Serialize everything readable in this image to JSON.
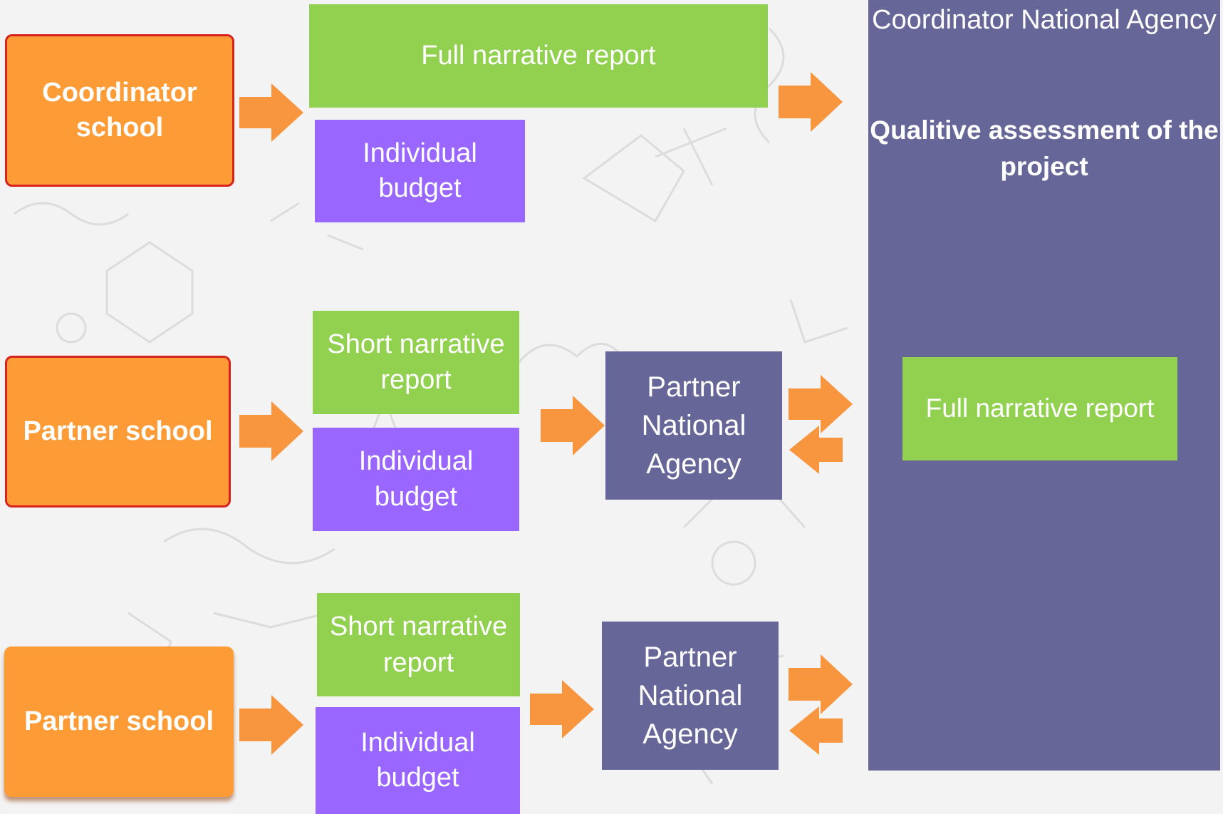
{
  "coordinator_school": {
    "label": "Coordinator school"
  },
  "partner_school_1": {
    "label": "Partner school"
  },
  "partner_school_2": {
    "label": "Partner school"
  },
  "coordinator_docs": {
    "full_narrative_report": "Full narrative report",
    "individual_budget": "Individual budget"
  },
  "partner_docs_1": {
    "short_narrative_report": "Short narrative report",
    "individual_budget": "Individual budget"
  },
  "partner_docs_2": {
    "short_narrative_report": "Short narrative report",
    "individual_budget": "Individual budget"
  },
  "partner_agency_1": {
    "label": "Partner National Agency"
  },
  "partner_agency_2": {
    "label": "Partner National Agency"
  },
  "coordinator_agency": {
    "title": "Coordinator National Agency",
    "assessment": "Qualitive assessment of the project",
    "full_narrative_report": "Full narrative report"
  },
  "colors": {
    "school_orange": "#fd9b36",
    "school_border_red": "#d6231e",
    "report_green": "#92d050",
    "budget_violet": "#9966ff",
    "agency_slate": "#666699",
    "arrow_orange": "#f7963e"
  }
}
